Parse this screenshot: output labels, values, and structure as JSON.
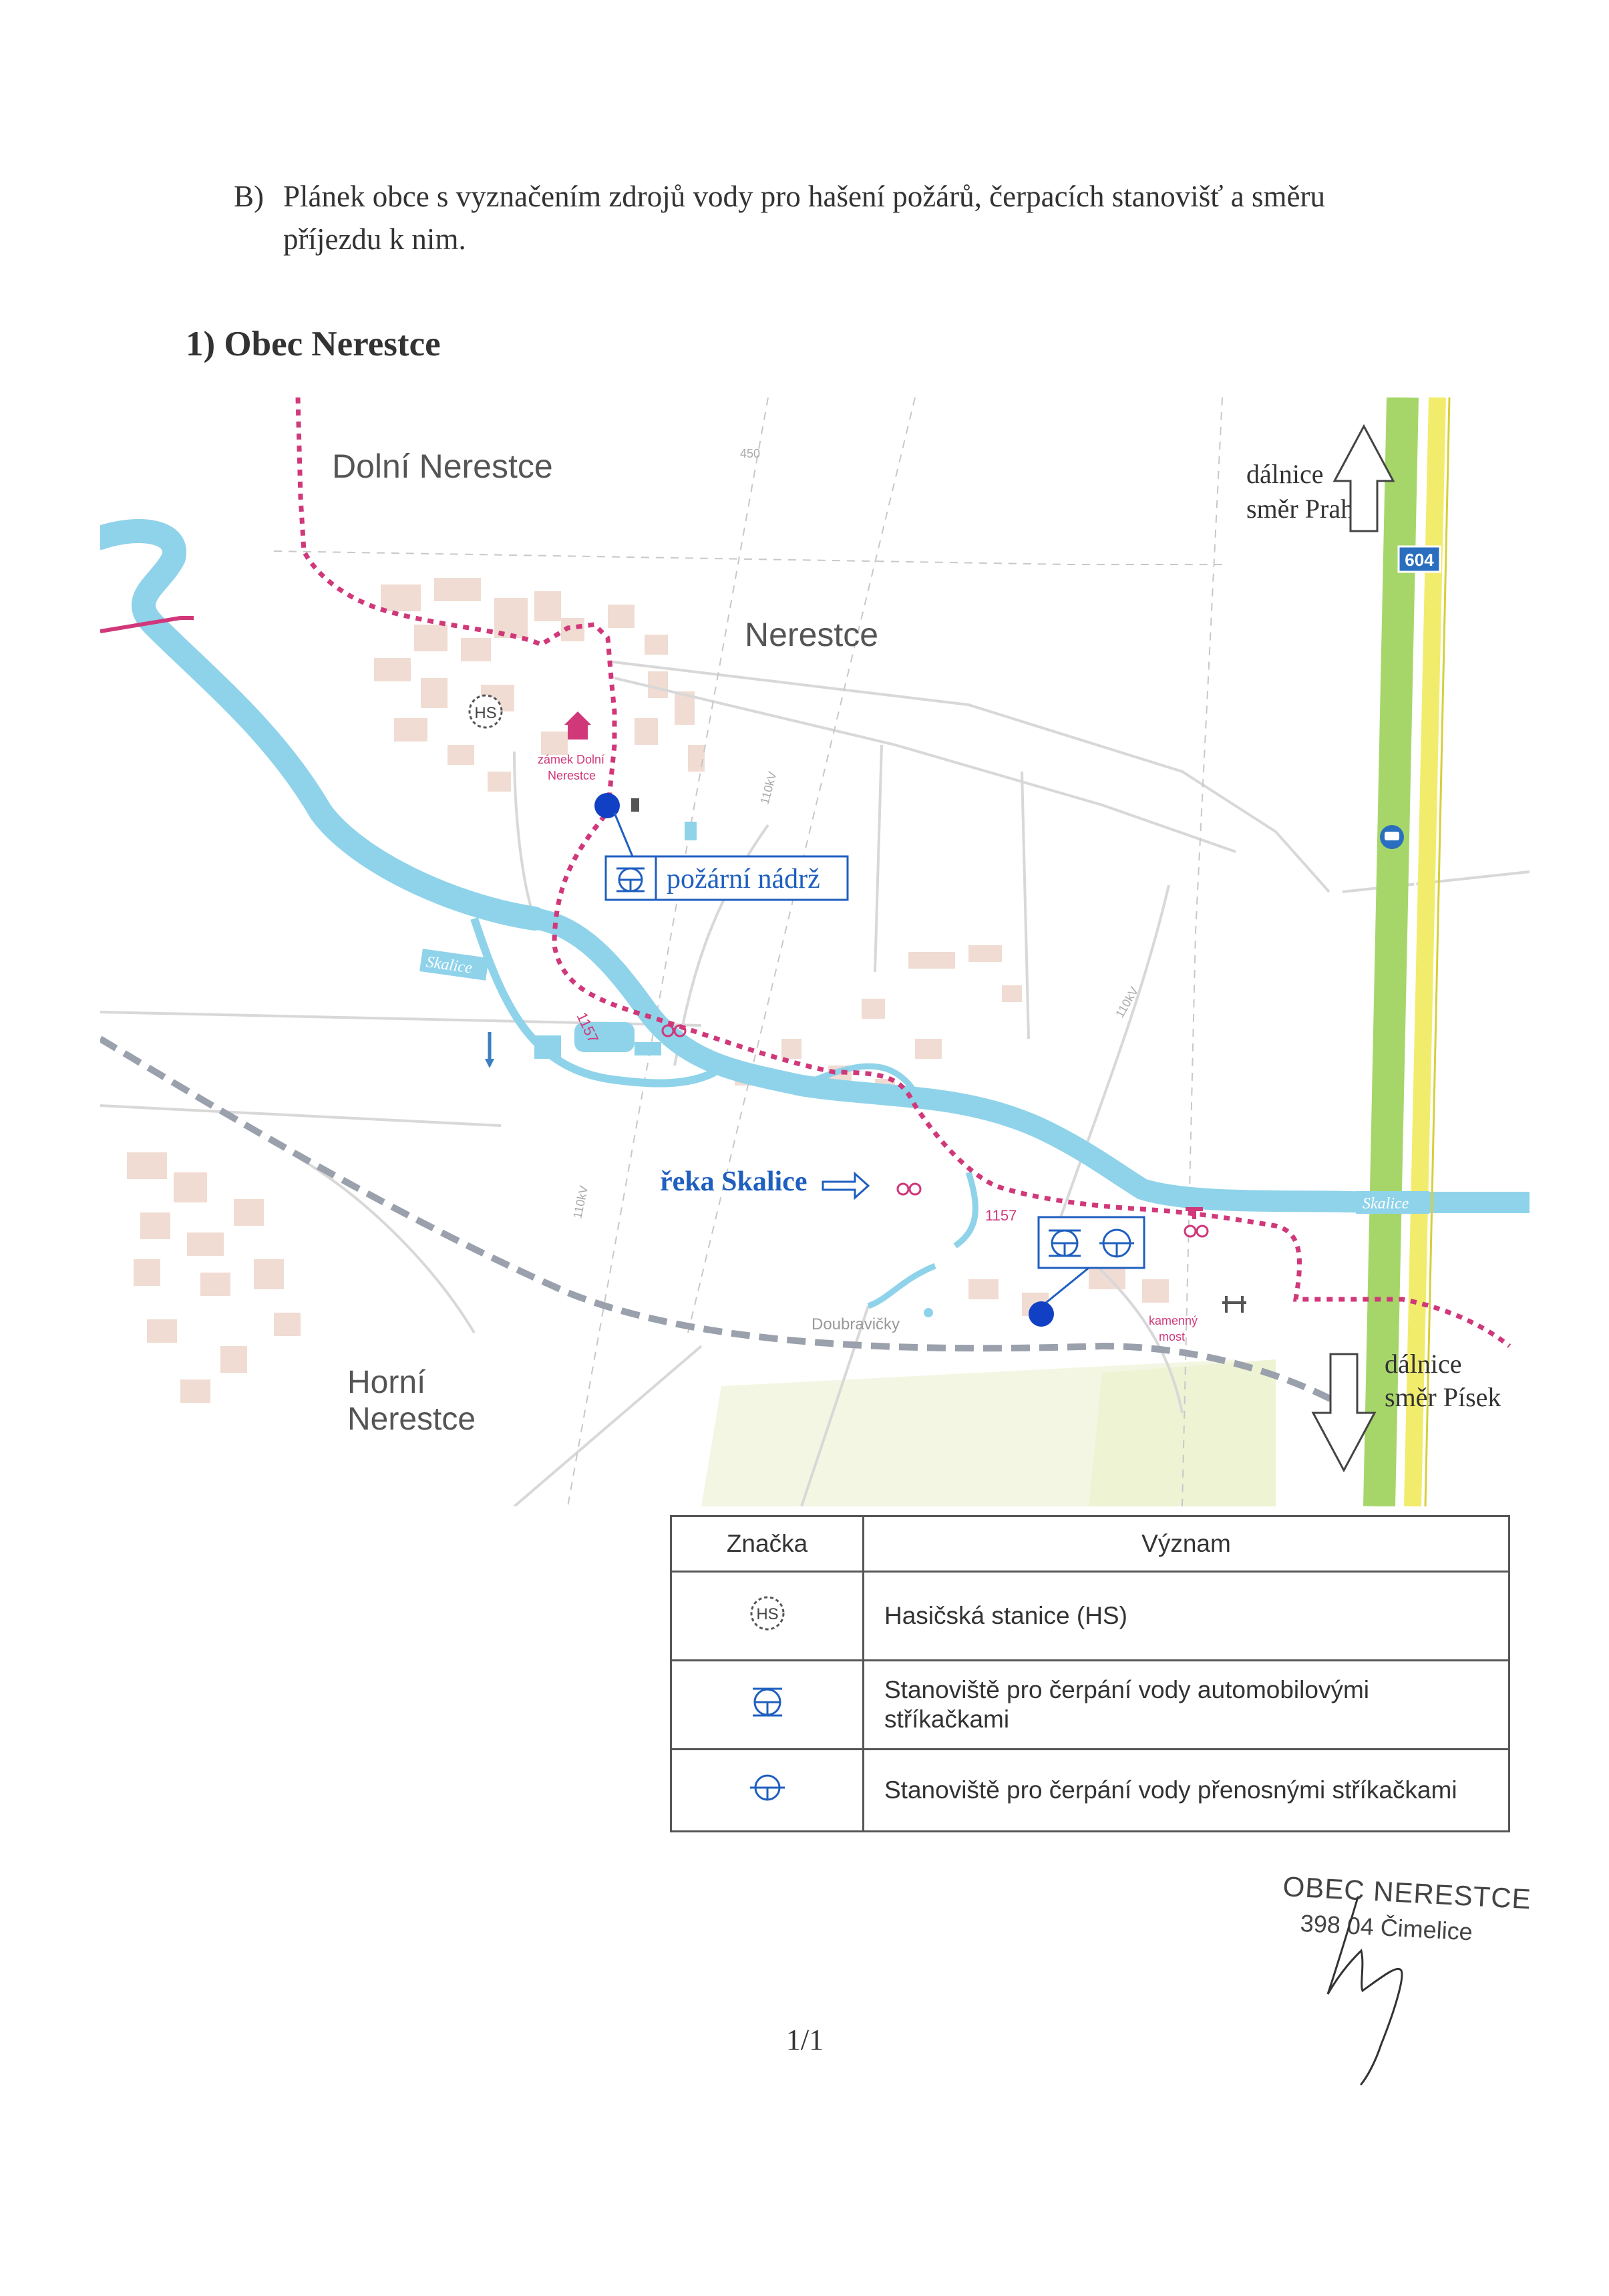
{
  "document": {
    "heading_letter": "B)",
    "heading_text_line1": "Plánek obce s vyznačením zdrojů vody pro hašení požárů, čerpacích stanovišť a směru",
    "heading_text_line2": "příjezdu k nim.",
    "section_title": "1) Obec Nerestce",
    "page_number": "1/1"
  },
  "map": {
    "places": {
      "dolni_nerestce": "Dolní Nerestce",
      "nerestce": "Nerestce",
      "horni_line1": "Horní",
      "horni_line2": "Nerestce",
      "doubravicky": "Doubravičky",
      "zamek_line1": "zámek Dolní",
      "zamek_line2": "Nerestce",
      "kamenny_line1": "kamenný",
      "kamenny_line2": "most"
    },
    "highway": {
      "north_line1": "dálnice",
      "north_line2": "směr Praha",
      "south_line1": "dálnice",
      "south_line2": "směr Písek",
      "road_number": "604"
    },
    "river": {
      "label": "řeka Skalice",
      "small_label": "Skalice"
    },
    "fire_tank_label": "požární nádrž",
    "station_badge": "HS",
    "contour_label": "450",
    "route_numbers": [
      "1157",
      "1157"
    ],
    "power_line_labels": [
      "110kV",
      "110kV",
      "110kV"
    ],
    "colors": {
      "water": "#8fd3ea",
      "highway_green": "#a6d66a",
      "highway_yellow": "#f2ec6c",
      "route_pink": "#d0387a",
      "annotation_blue": "#1f5fbf",
      "marker_blue": "#1240c4",
      "building": "#f0dcd2"
    }
  },
  "legend": {
    "header_symbol": "Značka",
    "header_meaning": "Význam",
    "rows": [
      {
        "symbol": "HS",
        "meaning": "Hasičská stanice (HS)",
        "icon": "fire-station-icon"
      },
      {
        "symbol": "",
        "meaning": "Stanoviště pro čerpání vody automobilovými stříkačkami",
        "icon": "vehicle-pump-icon"
      },
      {
        "symbol": "",
        "meaning": "Stanoviště pro čerpání vody přenosnými stříkačkami",
        "icon": "portable-pump-icon"
      }
    ]
  },
  "stamp": {
    "name": "OBEC NERESTCE",
    "address": "398 04 Čimelice"
  }
}
